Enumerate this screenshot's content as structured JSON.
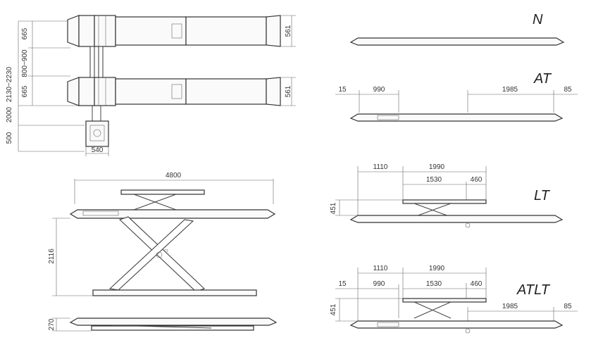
{
  "views": {
    "top": {
      "dims": {
        "h_665_a": "665",
        "h_665_b": "665",
        "h_800_900": "800~900",
        "h_2130_2230": "2130~2230",
        "h_2000": "2000",
        "h_500": "500",
        "w_540": "540",
        "w_561_a": "561",
        "w_561_b": "561"
      }
    },
    "side": {
      "dims": {
        "w_4800": "4800",
        "h_2116": "2116",
        "h_270": "270"
      }
    },
    "variants": {
      "n": {
        "label": "N"
      },
      "at": {
        "label": "AT",
        "d_15": "15",
        "d_990": "990",
        "d_1985": "1985",
        "d_85": "85"
      },
      "lt": {
        "label": "LT",
        "d_1110": "1110",
        "d_1990": "1990",
        "d_1530": "1530",
        "d_460": "460",
        "d_451": "451"
      },
      "atlt": {
        "label": "ATLT",
        "d_1110": "1110",
        "d_1990": "1990",
        "d_15": "15",
        "d_990": "990",
        "d_1530": "1530",
        "d_460": "460",
        "d_451": "451",
        "d_1985": "1985",
        "d_85": "85"
      }
    }
  }
}
